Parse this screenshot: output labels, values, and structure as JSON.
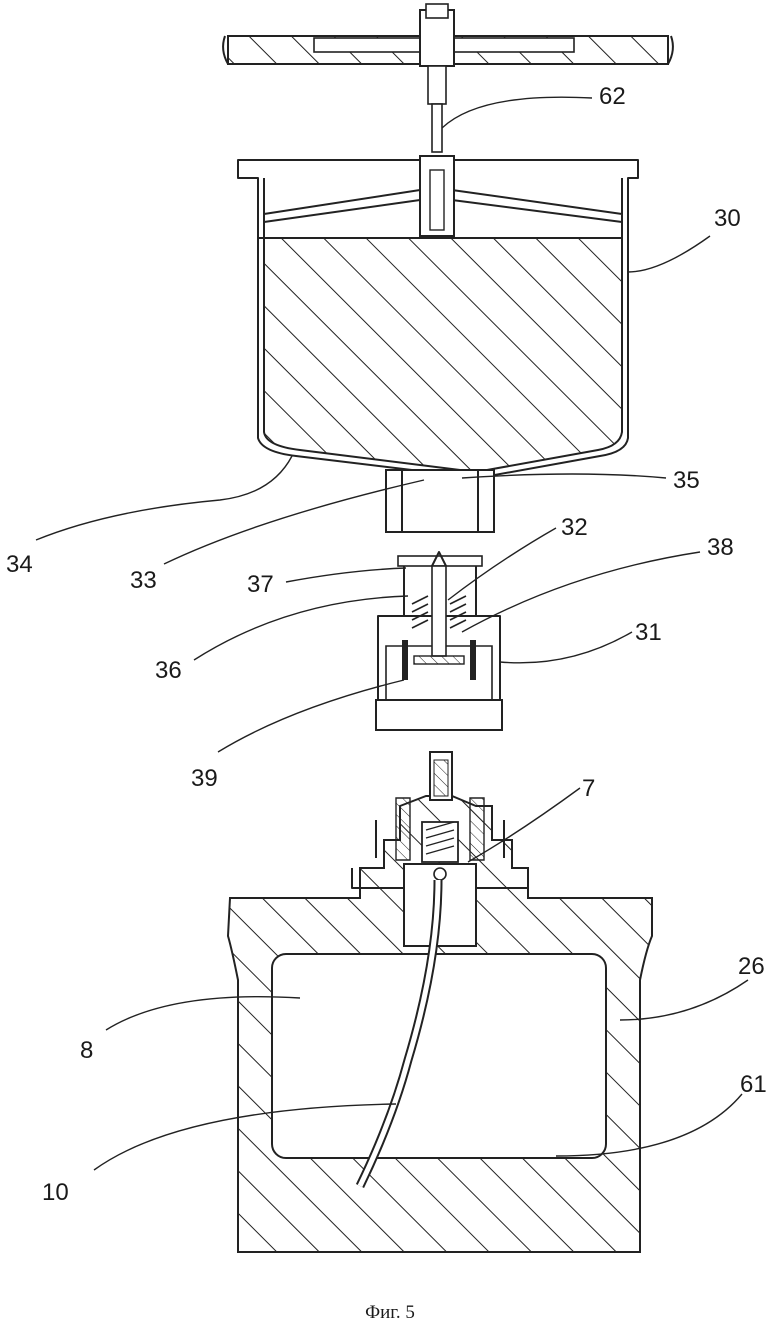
{
  "figure": {
    "caption": "Фиг. 5",
    "labels": [
      {
        "id": "62",
        "text": "62"
      },
      {
        "id": "30",
        "text": "30"
      },
      {
        "id": "35",
        "text": "35"
      },
      {
        "id": "34",
        "text": "34"
      },
      {
        "id": "33",
        "text": "33"
      },
      {
        "id": "32",
        "text": "32"
      },
      {
        "id": "38",
        "text": "38"
      },
      {
        "id": "37",
        "text": "37"
      },
      {
        "id": "31",
        "text": "31"
      },
      {
        "id": "36",
        "text": "36"
      },
      {
        "id": "39",
        "text": "39"
      },
      {
        "id": "7",
        "text": "7"
      },
      {
        "id": "26",
        "text": "26"
      },
      {
        "id": "8",
        "text": "8"
      },
      {
        "id": "10",
        "text": "10"
      },
      {
        "id": "61",
        "text": "61"
      }
    ]
  }
}
